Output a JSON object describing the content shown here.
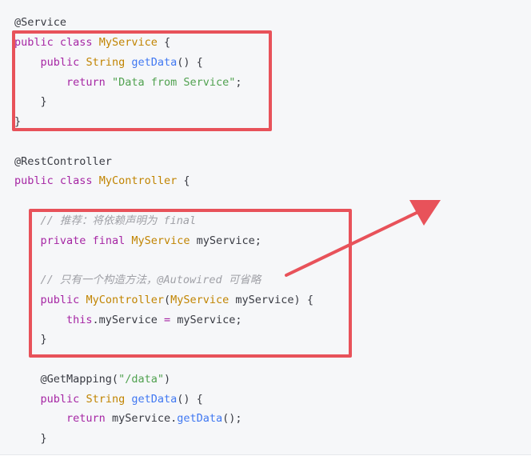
{
  "code_lines": [
    {
      "id": "l1",
      "tokens": [
        {
          "c": "an",
          "t": "@Service"
        }
      ]
    },
    {
      "id": "l2",
      "tokens": [
        {
          "c": "kw",
          "t": "public"
        },
        {
          "c": "tx",
          "t": " "
        },
        {
          "c": "kw",
          "t": "class"
        },
        {
          "c": "tx",
          "t": " "
        },
        {
          "c": "ty",
          "t": "MyService"
        },
        {
          "c": "tx",
          "t": " {"
        }
      ]
    },
    {
      "id": "l3",
      "tokens": [
        {
          "c": "tx",
          "t": "    "
        },
        {
          "c": "kw",
          "t": "public"
        },
        {
          "c": "tx",
          "t": " "
        },
        {
          "c": "ty",
          "t": "String"
        },
        {
          "c": "tx",
          "t": " "
        },
        {
          "c": "fn",
          "t": "getData"
        },
        {
          "c": "tx",
          "t": "() {"
        }
      ]
    },
    {
      "id": "l4",
      "tokens": [
        {
          "c": "tx",
          "t": "        "
        },
        {
          "c": "kw",
          "t": "return"
        },
        {
          "c": "tx",
          "t": " "
        },
        {
          "c": "st",
          "t": "\"Data from Service\""
        },
        {
          "c": "tx",
          "t": ";"
        }
      ]
    },
    {
      "id": "l5",
      "tokens": [
        {
          "c": "tx",
          "t": "    }"
        }
      ]
    },
    {
      "id": "l6",
      "tokens": [
        {
          "c": "tx",
          "t": "}"
        }
      ]
    },
    {
      "id": "l7",
      "tokens": [
        {
          "c": "an",
          "t": "@RestController"
        }
      ]
    },
    {
      "id": "l8",
      "tokens": [
        {
          "c": "kw",
          "t": "public"
        },
        {
          "c": "tx",
          "t": " "
        },
        {
          "c": "kw",
          "t": "class"
        },
        {
          "c": "tx",
          "t": " "
        },
        {
          "c": "ty",
          "t": "MyController"
        },
        {
          "c": "tx",
          "t": " {"
        }
      ]
    },
    {
      "id": "l9",
      "tokens": [
        {
          "c": "tx",
          "t": "    "
        },
        {
          "c": "cm",
          "t": "// 推荐：将依赖声明为 final"
        }
      ]
    },
    {
      "id": "l10",
      "tokens": [
        {
          "c": "tx",
          "t": "    "
        },
        {
          "c": "kw",
          "t": "private"
        },
        {
          "c": "tx",
          "t": " "
        },
        {
          "c": "kw",
          "t": "final"
        },
        {
          "c": "tx",
          "t": " "
        },
        {
          "c": "ty",
          "t": "MyService"
        },
        {
          "c": "tx",
          "t": " myService;"
        }
      ]
    },
    {
      "id": "l11",
      "tokens": [
        {
          "c": "tx",
          "t": "    "
        },
        {
          "c": "cm",
          "t": "// 只有一个构造方法，@Autowired 可省略"
        }
      ]
    },
    {
      "id": "l12",
      "tokens": [
        {
          "c": "tx",
          "t": "    "
        },
        {
          "c": "kw",
          "t": "public"
        },
        {
          "c": "tx",
          "t": " "
        },
        {
          "c": "ty",
          "t": "MyController"
        },
        {
          "c": "tx",
          "t": "("
        },
        {
          "c": "ty",
          "t": "MyService"
        },
        {
          "c": "tx",
          "t": " myService) {"
        }
      ]
    },
    {
      "id": "l13",
      "tokens": [
        {
          "c": "tx",
          "t": "        "
        },
        {
          "c": "kw",
          "t": "this"
        },
        {
          "c": "tx",
          "t": ".myService "
        },
        {
          "c": "kw",
          "t": "="
        },
        {
          "c": "tx",
          "t": " myService;"
        }
      ]
    },
    {
      "id": "l14",
      "tokens": [
        {
          "c": "tx",
          "t": "    }"
        }
      ]
    },
    {
      "id": "l15",
      "tokens": [
        {
          "c": "tx",
          "t": "    "
        },
        {
          "c": "an",
          "t": "@GetMapping("
        },
        {
          "c": "st",
          "t": "\"/data\""
        },
        {
          "c": "an",
          "t": ")"
        }
      ]
    },
    {
      "id": "l16",
      "tokens": [
        {
          "c": "tx",
          "t": "    "
        },
        {
          "c": "kw",
          "t": "public"
        },
        {
          "c": "tx",
          "t": " "
        },
        {
          "c": "ty",
          "t": "String"
        },
        {
          "c": "tx",
          "t": " "
        },
        {
          "c": "fn",
          "t": "getData"
        },
        {
          "c": "tx",
          "t": "() {"
        }
      ]
    },
    {
      "id": "l17",
      "tokens": [
        {
          "c": "tx",
          "t": "        "
        },
        {
          "c": "kw",
          "t": "return"
        },
        {
          "c": "tx",
          "t": " myService."
        },
        {
          "c": "fn",
          "t": "getData"
        },
        {
          "c": "tx",
          "t": "();"
        }
      ]
    },
    {
      "id": "l18",
      "tokens": [
        {
          "c": "tx",
          "t": "    }"
        }
      ]
    }
  ],
  "annotation_color": "#e8525a"
}
